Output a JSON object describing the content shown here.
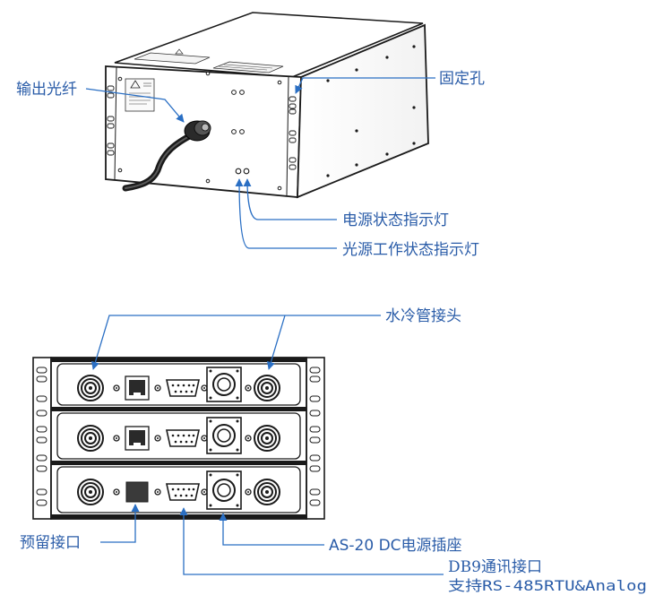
{
  "top_device": {
    "labels": {
      "output_fiber": "输出光纤",
      "mount_hole": "固定孔",
      "power_indicator": "电源状态指示灯",
      "light_indicator": "光源工作状态指示灯"
    }
  },
  "front_panel": {
    "labels": {
      "water_connector": "水冷管接头",
      "reserved_port": "预留接口",
      "power_socket": "AS-20 DC电源插座",
      "db9_line1": "DB9通讯接口",
      "db9_line2": "支持RS-485RTU&Analog"
    }
  },
  "colors": {
    "callout": "#2a5ca8",
    "line": "#2a6fc4",
    "ink": "#1a1a1a"
  }
}
